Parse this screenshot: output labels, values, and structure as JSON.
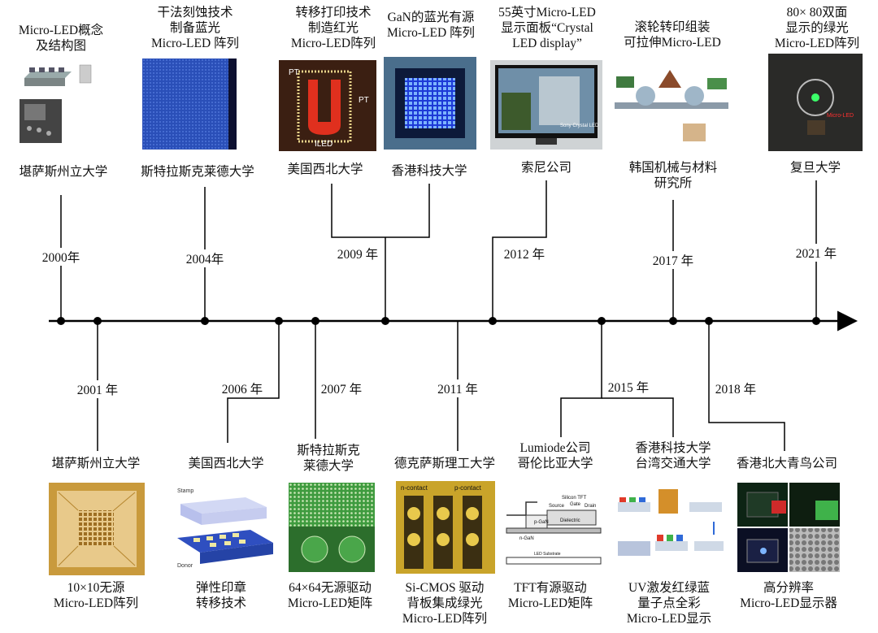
{
  "top_events": [
    {
      "year": "2000年",
      "inst": "堪萨斯州立大学",
      "title": "Micro-LED概念\n及结构图"
    },
    {
      "year": "2004年",
      "inst": "斯特拉斯克莱德大学",
      "title": "干法刻蚀技术\n制备蓝光\nMicro-LED 阵列"
    },
    {
      "year": "2009 年",
      "inst": "美国西北大学",
      "title": "转移打印技术\n制造红光\nMicro-LED阵列"
    },
    {
      "year": "2009 年",
      "inst": "香港科技大学",
      "title": "GaN的蓝光有源\nMicro-LED 阵列"
    },
    {
      "year": "2012 年",
      "inst": "索尼公司",
      "title": "55英寸Micro-LED\n显示面板“Crystal\nLED display”"
    },
    {
      "year": "2017 年",
      "inst": "韩国机械与材料\n研究所",
      "title": "滚轮转印组装\n可拉伸Micro-LED"
    },
    {
      "year": "2021 年",
      "inst": "复旦大学",
      "title": "80× 80双面\n显示的绿光\nMicro-LED阵列"
    }
  ],
  "bottom_events": [
    {
      "year": "2001 年",
      "inst": "堪萨斯州立大学",
      "title": "10×10无源\nMicro-LED阵列"
    },
    {
      "year": "2006 年",
      "inst": "美国西北大学",
      "title": "弹性印章\n转移技术"
    },
    {
      "year": "2007 年",
      "inst": "斯特拉斯克\n莱德大学",
      "title": "64×64无源驱动\nMicro-LED矩阵"
    },
    {
      "year": "2011 年",
      "inst": "德克萨斯理工大学",
      "title": "Si-CMOS 驱动\n背板集成绿光\nMicro-LED阵列"
    },
    {
      "year": "2015 年",
      "inst": "Lumiode公司\n哥伦比亚大学",
      "title": "TFT有源驱动\nMicro-LED矩阵"
    },
    {
      "year": "2015 年",
      "inst": "香港科技大学\n台湾交通大学",
      "title": "UV激发红绿蓝\n量子点全彩\nMicro-LED显示"
    },
    {
      "year": "2018 年",
      "inst": "香港北大青鸟公司",
      "title": "高分辨率\nMicro-LED显示器"
    }
  ],
  "image_text": {
    "pt": "PT",
    "iled": "ILED",
    "tv_brand": "Sony Crystal LED",
    "ncontact": "n-contact",
    "pcontact": "p-contact",
    "stamp": "Stamp",
    "donor": "Donor",
    "pgan": "p-GaN",
    "ngan": "n-GaN",
    "silicon_tft": "Silicon TFT",
    "source": "Source",
    "gate": "Gate",
    "drain": "Drain",
    "dielectric": "Dielectric",
    "led_substrate": "LED Substrate",
    "micro_led_tag": "Micro-LED"
  },
  "colors": {
    "line": "#000000",
    "blue_array": "#2a4fb8",
    "red_glow": "#e0301e",
    "gold": "#c99a3c",
    "green_chip": "#3f9b3f"
  }
}
